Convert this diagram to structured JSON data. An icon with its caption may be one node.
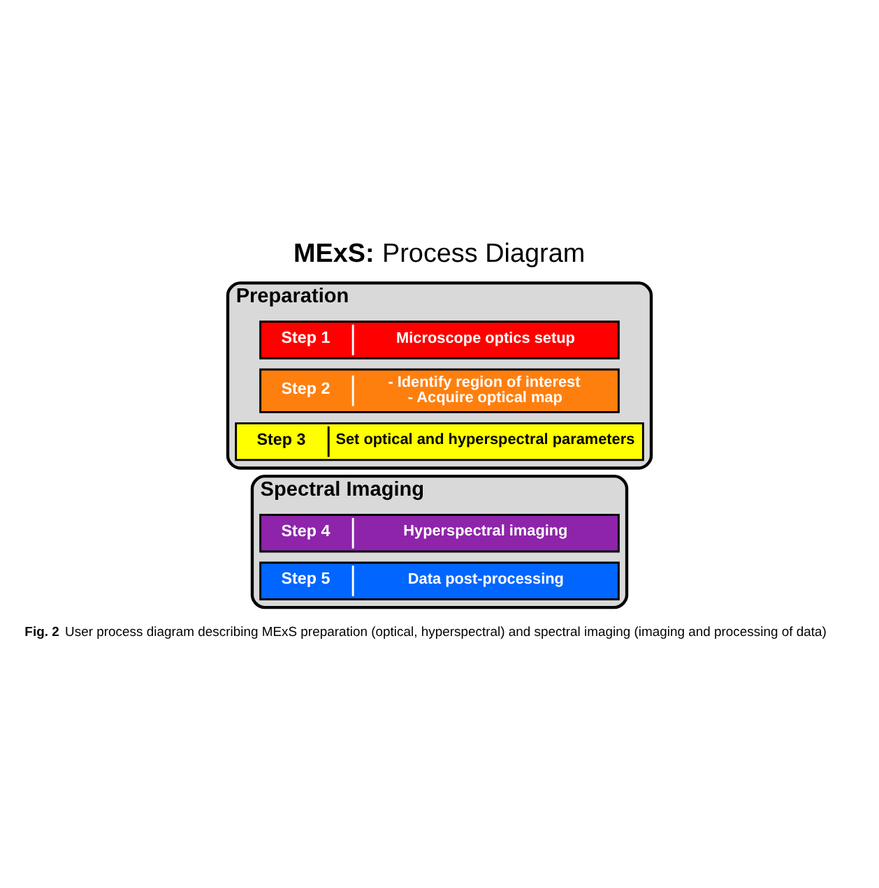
{
  "diagram": {
    "title": "**MExS:** Process Diagram",
    "caption": "**Fig. 2** User process diagram describing MExS preparation (optical, hyperspectral) and spectral imaging (imaging and processing of data)",
    "nodes": [
      {
        "text": [
          "Preparation"
        ]
      },
      {
        "text": [
          "Step 1",
          "Microscope optics setup"
        ],
        "in": 0
      },
      {
        "text": [
          "Step 2",
          "- Identify region of interest",
          "- Acquire optical map"
        ],
        "in": 0
      },
      {
        "text": [
          "Step 3",
          "Set optical and hyperspectral parameters"
        ],
        "in": 0
      },
      {
        "text": [
          "Spectral Imaging"
        ]
      },
      {
        "text": [
          "Step 4",
          "Hyperspectral imaging"
        ],
        "in": 4
      },
      {
        "text": [
          "Step 5",
          "Data post-processing"
        ],
        "in": 4
      }
    ],
    "edges": []
  }
}
